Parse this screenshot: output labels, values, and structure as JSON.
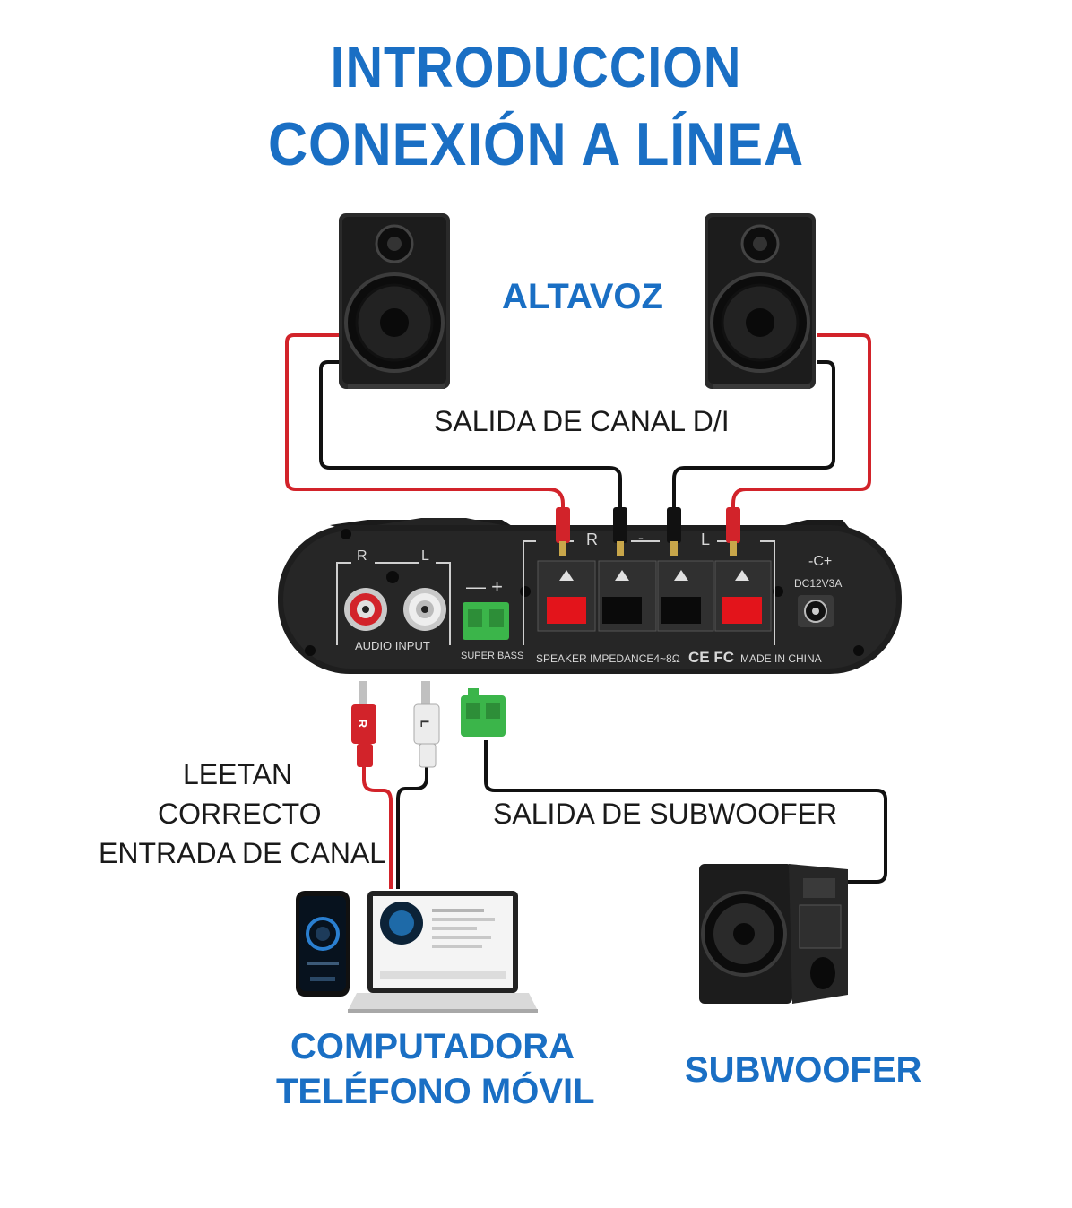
{
  "title": {
    "line1": "INTRODUCCION",
    "line2": "CONEXIÓN A LÍNEA"
  },
  "labels": {
    "speakers": "ALTAVOZ",
    "channel_output": "SALIDA DE CANAL D/I",
    "input_note_line1": "LEETAN",
    "input_note_line2": "CORRECTO",
    "input_note_line3": "ENTRADA DE CANAL",
    "sub_output": "SALIDA DE SUBWOOFER",
    "source_line1": "COMPUTADORA",
    "source_line2": "TELÉFONO MÓVIL",
    "subwoofer": "SUBWOOFER"
  },
  "amplifier": {
    "rca_r": "R",
    "rca_l": "L",
    "audio_input": "AUDIO INPUT",
    "bass_polarity": "— +",
    "super_bass": "SUPER BASS",
    "speaker_r": "R",
    "speaker_l": "L",
    "speaker_polarity_minus": "-",
    "impedance": "SPEAKER IMPEDANCE4~8Ω",
    "cert": "CE FC",
    "made_in": "MADE IN CHINA",
    "dc_symbol": "-C+",
    "dc_rating": "DC12V3A"
  },
  "plugs": {
    "rca_red_letter": "R",
    "rca_white_letter": "L"
  },
  "colors": {
    "title_blue": "#1a6fc4",
    "wire_red": "#d2232a",
    "wire_black": "#111111",
    "terminal_green": "#3bb54a",
    "amp_body": "#1e1e1e"
  }
}
